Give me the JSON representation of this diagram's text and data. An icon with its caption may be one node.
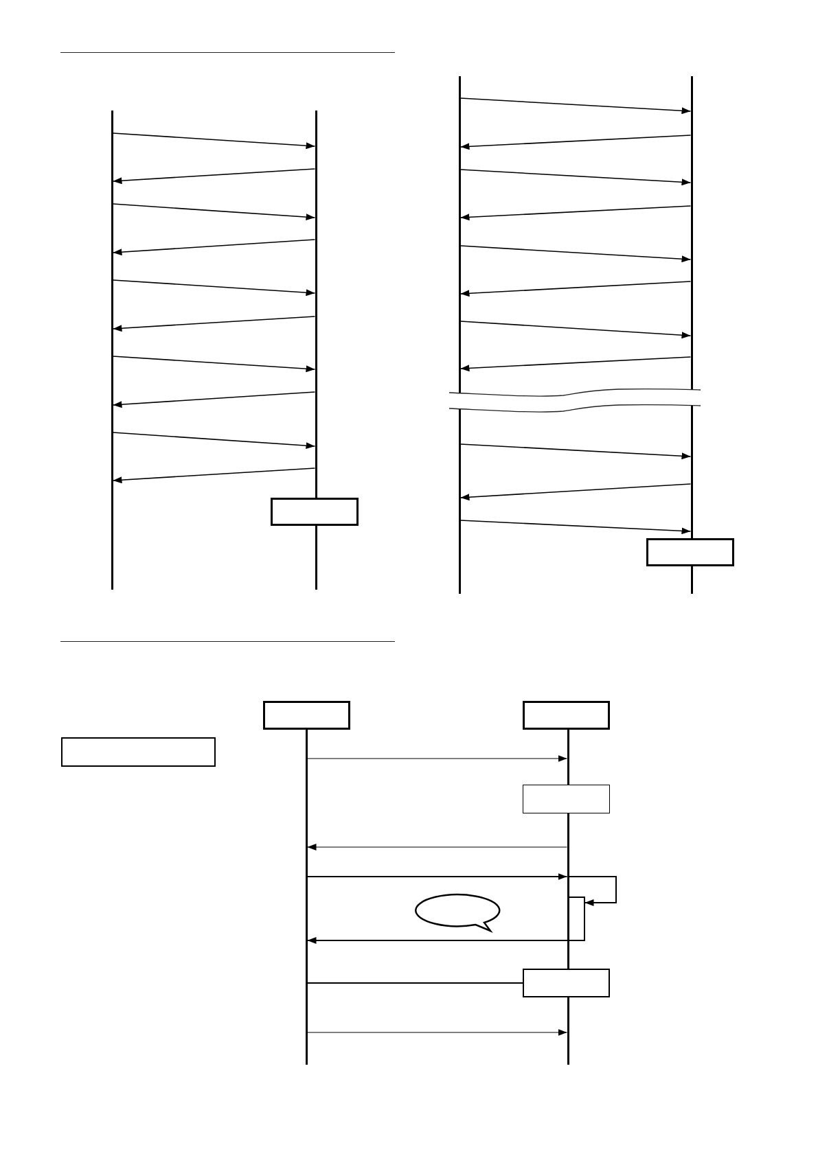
{
  "diagram": {
    "nodes": [
      {
        "text": [],
        "shape": "line"
      },
      {
        "text": [],
        "shape": "line"
      },
      {
        "text": [],
        "shape": "box"
      },
      {
        "text": [],
        "shape": "line"
      },
      {
        "text": [],
        "shape": "line"
      },
      {
        "text": [],
        "shape": "box"
      },
      {
        "text": [],
        "shape": "box"
      },
      {
        "text": [],
        "shape": "box"
      },
      {
        "text": [],
        "shape": "box"
      },
      {
        "text": [],
        "shape": "line"
      },
      {
        "text": [],
        "shape": "line"
      },
      {
        "text": [],
        "shape": "box"
      },
      {
        "text": [],
        "shape": "bar"
      },
      {
        "text": [],
        "shape": "bubble"
      },
      {
        "text": [],
        "shape": "box"
      }
    ],
    "edges": [
      {
        "from": 0,
        "to": 1,
        "arrow": "to"
      },
      {
        "from": 1,
        "to": 0,
        "arrow": "to"
      },
      {
        "from": 0,
        "to": 1,
        "arrow": "to"
      },
      {
        "from": 1,
        "to": 0,
        "arrow": "to"
      },
      {
        "from": 0,
        "to": 1,
        "arrow": "to"
      },
      {
        "from": 1,
        "to": 0,
        "arrow": "to"
      },
      {
        "from": 0,
        "to": 1,
        "arrow": "to"
      },
      {
        "from": 1,
        "to": 0,
        "arrow": "to"
      },
      {
        "from": 0,
        "to": 1,
        "arrow": "to"
      },
      {
        "from": 1,
        "to": 0,
        "arrow": "to"
      },
      {
        "from": 3,
        "to": 4,
        "arrow": "to"
      },
      {
        "from": 4,
        "to": 3,
        "arrow": "to"
      },
      {
        "from": 3,
        "to": 4,
        "arrow": "to"
      },
      {
        "from": 4,
        "to": 3,
        "arrow": "to"
      },
      {
        "from": 3,
        "to": 4,
        "arrow": "to"
      },
      {
        "from": 4,
        "to": 3,
        "arrow": "to"
      },
      {
        "from": 3,
        "to": 4,
        "arrow": "to"
      },
      {
        "from": 4,
        "to": 3,
        "arrow": "to"
      },
      {
        "from": 3,
        "to": 4,
        "arrow": "to"
      },
      {
        "from": 4,
        "to": 3,
        "arrow": "to"
      },
      {
        "from": 3,
        "to": 4,
        "arrow": "to"
      },
      {
        "from": 9,
        "to": 10,
        "arrow": "to"
      },
      {
        "from": 10,
        "to": 9,
        "arrow": "to"
      },
      {
        "from": 9,
        "to": 10,
        "arrow": "to"
      },
      {
        "from": 10,
        "to": 12,
        "arrow": "to"
      },
      {
        "from": 12,
        "to": 9,
        "arrow": "to"
      },
      {
        "from": 9,
        "to": 14,
        "arrow": "none"
      },
      {
        "from": 9,
        "to": 10,
        "arrow": "to"
      }
    ]
  }
}
